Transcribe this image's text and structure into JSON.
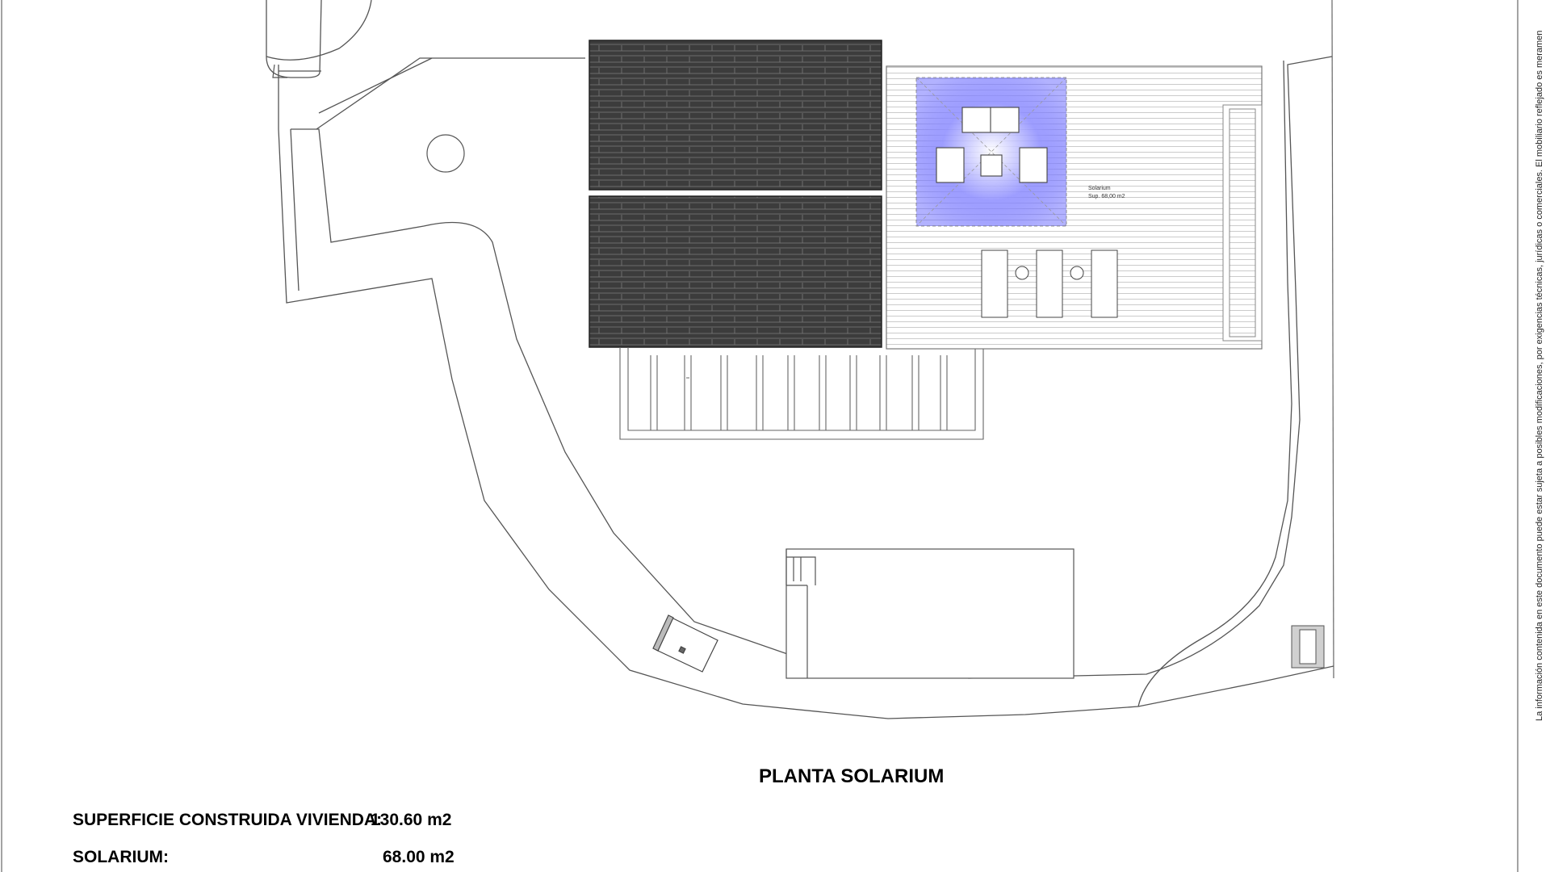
{
  "plan": {
    "title": "PLANTA SOLARIUM",
    "area_table": [
      {
        "label": "SUPERFICIE CONSTRUIDA VIVIENDA:",
        "value": "130.60 m2"
      },
      {
        "label": "SOLARIUM:",
        "value": "68.00 m2"
      }
    ],
    "solarium_tag": {
      "name": "Solarium",
      "area": "Sup. 68,00 m2"
    },
    "side_note": "La información contenida en este documento puede estar sujeta a posibles modificaciones, por exigencias técnicas, jurídicas o comerciales. El mobiliario reflejado es meramen",
    "colors": {
      "line": "#555555",
      "roof": "#3a3a3a",
      "light": "#5b5bff"
    }
  }
}
